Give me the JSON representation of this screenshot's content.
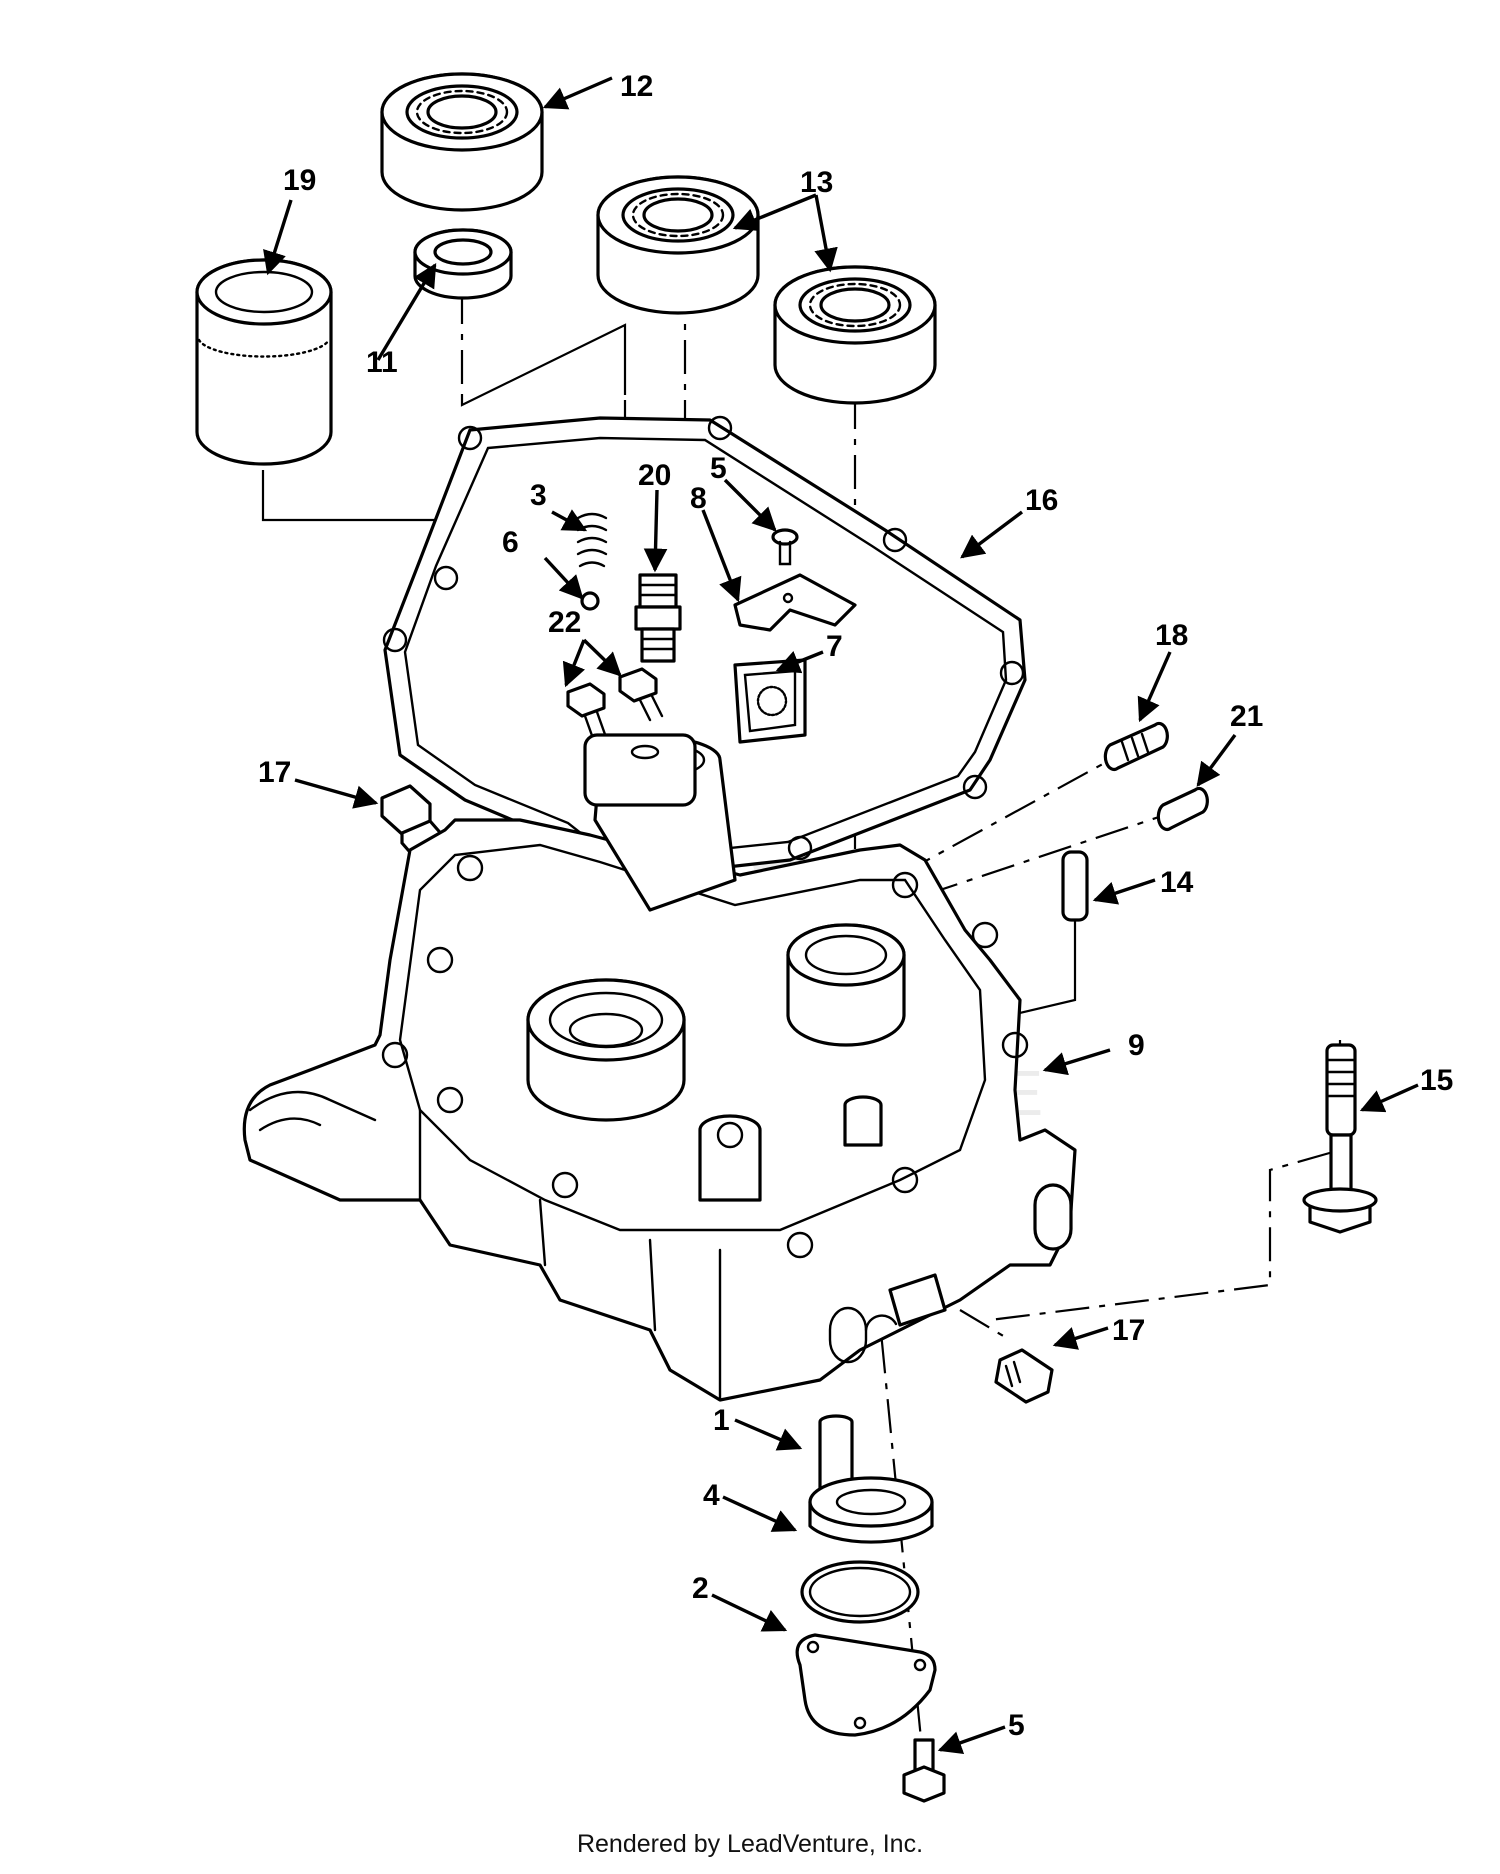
{
  "diagram": {
    "callouts": [
      {
        "id": "c1",
        "label": "1"
      },
      {
        "id": "c2",
        "label": "2"
      },
      {
        "id": "c3",
        "label": "3"
      },
      {
        "id": "c4",
        "label": "4"
      },
      {
        "id": "c5a",
        "label": "5"
      },
      {
        "id": "c5b",
        "label": "5"
      },
      {
        "id": "c6",
        "label": "6"
      },
      {
        "id": "c7",
        "label": "7"
      },
      {
        "id": "c8",
        "label": "8"
      },
      {
        "id": "c9",
        "label": "9"
      },
      {
        "id": "c11",
        "label": "11"
      },
      {
        "id": "c12",
        "label": "12"
      },
      {
        "id": "c13",
        "label": "13"
      },
      {
        "id": "c14",
        "label": "14"
      },
      {
        "id": "c15",
        "label": "15"
      },
      {
        "id": "c16",
        "label": "16"
      },
      {
        "id": "c17a",
        "label": "17"
      },
      {
        "id": "c17b",
        "label": "17"
      },
      {
        "id": "c18",
        "label": "18"
      },
      {
        "id": "c19",
        "label": "19"
      },
      {
        "id": "c20",
        "label": "20"
      },
      {
        "id": "c21",
        "label": "21"
      },
      {
        "id": "c22",
        "label": "22"
      }
    ]
  },
  "footer": {
    "text": "Rendered by LeadVenture, Inc."
  },
  "colors": {
    "ink": "#000000",
    "paper": "#ffffff",
    "watermark": "#e6e6e6"
  }
}
